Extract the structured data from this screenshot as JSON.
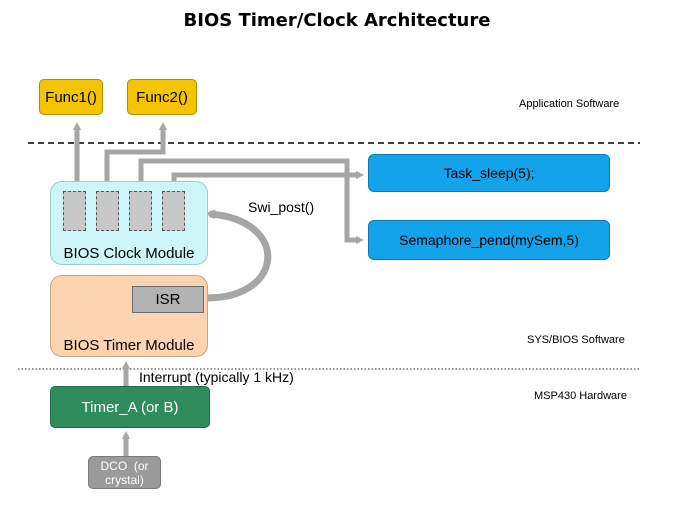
{
  "title": "BIOS Timer/Clock Architecture",
  "layers": {
    "application": "Application Software",
    "sysbios": "SYS/BIOS Software",
    "hardware": "MSP430 Hardware"
  },
  "functions": {
    "func1": "Func1()",
    "func2": "Func2()"
  },
  "tasks": {
    "task_sleep": "Task_sleep(5);",
    "semaphore_pend": "Semaphore_pend(mySem,5)"
  },
  "modules": {
    "clock": "BIOS Clock Module",
    "timer": "BIOS Timer Module",
    "isr": "ISR",
    "swi_post": "Swi_post()",
    "timer_a": "Timer_A (or B)",
    "interrupt": "Interrupt (typically 1 kHz)",
    "dco_line1": "DCO  (or",
    "dco_line2": "crystal)"
  },
  "colors": {
    "func": "#f5c400",
    "task": "#12a3ea",
    "clock": "#cdf6f8",
    "timer": "#fcd5b0",
    "timer_a": "#2f8d5c",
    "dco": "#9a9a9a",
    "arrow": "#a6a6a6"
  }
}
